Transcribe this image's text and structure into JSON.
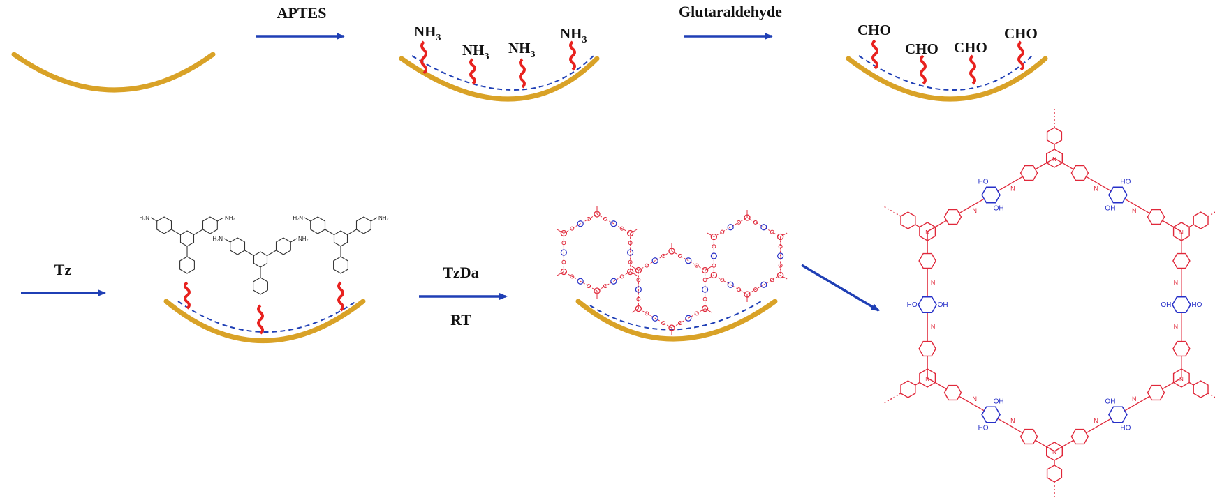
{
  "steps": {
    "step1_reagent": "APTES",
    "step2_reagent": "Glutaraldehyde",
    "step3_reagent": "Tz",
    "step4_reagent": "TzDa",
    "step4_condition": "RT"
  },
  "surface_groups": {
    "amine": "NH",
    "amine_subscript": "3",
    "aldehyde": "CHO"
  },
  "molecule_labels": {
    "amine": "NH₂",
    "amine_left": "H₂N",
    "hydroxyl": "OH",
    "hydroxyl_left": "HO",
    "imine_n": "N",
    "triazine_n": "N"
  },
  "colors": {
    "substrate": "#D9A227",
    "linker": "#E8221F",
    "arrow": "#1F3FB5",
    "tz_unit": "#E0283A",
    "da_unit": "#2730C8",
    "tz_molecule": "#333333",
    "dashed_layer": "#1F3FB5"
  }
}
